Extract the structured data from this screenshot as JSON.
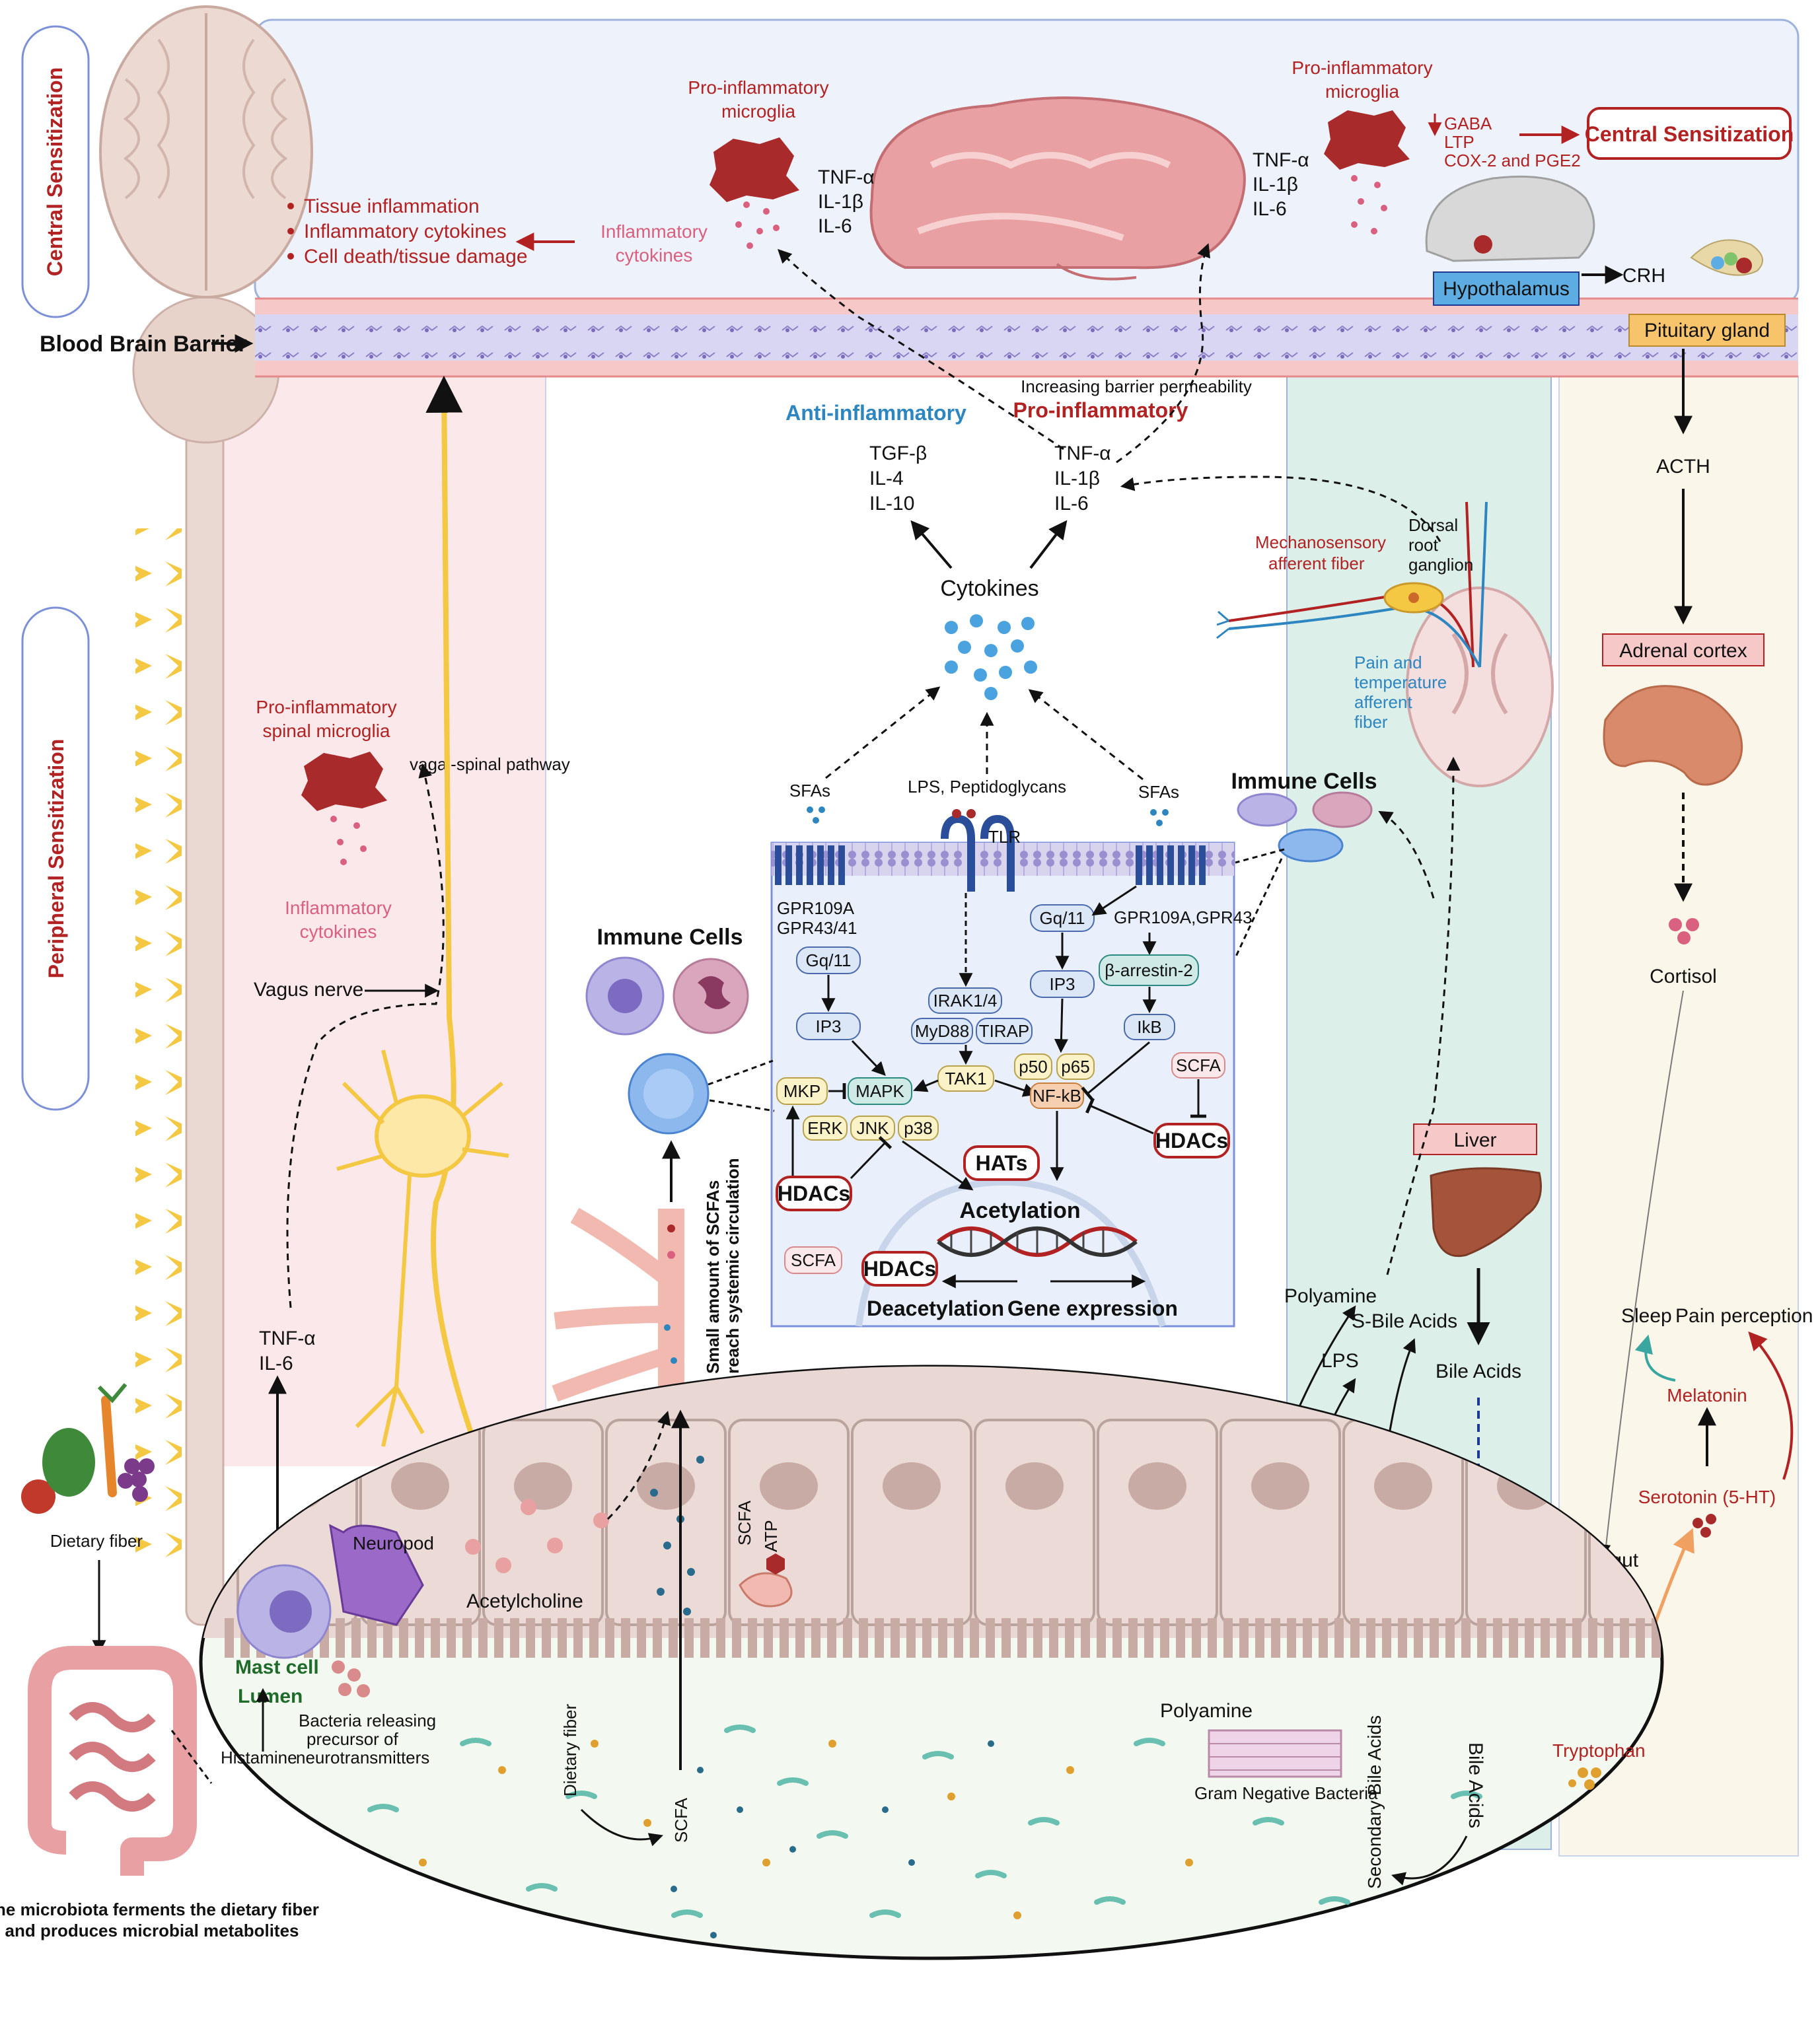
{
  "colors": {
    "red": "#b22222",
    "blue": "#2e86c1",
    "central_bg": "#eef2fb",
    "peripheral_bg": "#fbe8ea",
    "green_bg": "#dcefe9",
    "cream_bg": "#fbf6ea",
    "hypothalamus": "#5dade2",
    "pituitary": "#f7c46c"
  },
  "side": {
    "central": "Central Sensitization",
    "peripheral": "Peripheral  Sensitization"
  },
  "bbb": "Blood Brain Barrier",
  "brain_top": {
    "micro_left": [
      "Pro-inflammatory",
      "microglia"
    ],
    "cytokines_left": [
      "TNF-α",
      "IL-1β",
      "IL-6"
    ],
    "inflam_cyt": [
      "Inflammatory",
      "cytokines"
    ],
    "effects": [
      "Tissue inflammation",
      "Inflammatory cytokines",
      "Cell death/tissue damage"
    ],
    "micro_right": [
      "Pro-inflammatory",
      "microglia"
    ],
    "cytokines_right": [
      "TNF-α",
      "IL-1β",
      "IL-6"
    ],
    "gaba": "GABA",
    "ltp": "LTP",
    "cox": "COX-2 and PGE2",
    "central_sens": "Central Sensitization",
    "hypothalamus": "Hypothalamus",
    "crh": "CRH",
    "pituitary": "Pituitary gland"
  },
  "hpa": {
    "acth": "ACTH",
    "adrenal": "Adrenal cortex",
    "cortisol": "Cortisol"
  },
  "cytokine_panel": {
    "barrier": "Increasing barrier permeability",
    "anti": "Anti-inflammatory",
    "pro": "Pro-inflammatory",
    "anti_list": [
      "TGF-β",
      "IL-4",
      "IL-10"
    ],
    "pro_list": [
      "TNF-α",
      "IL-1β",
      "IL-6"
    ],
    "cytokines": "Cytokines"
  },
  "drg": {
    "mechano": [
      "Mechanosensory",
      "afferent fiber"
    ],
    "dorsal": [
      "Dorsal",
      "root",
      "ganglion"
    ],
    "pain": [
      "Pain and",
      "temperature",
      "afferent",
      "fiber"
    ]
  },
  "spinal": {
    "micro": [
      "Pro-inflammatory",
      "spinal microglia"
    ],
    "vagal": "vagal-spinal pathway",
    "inflam": [
      "Inflammatory",
      "cytokines"
    ],
    "vagus": "Vagus nerve",
    "cytokines": [
      "TNF-α",
      "IL-6"
    ]
  },
  "cell": {
    "sfas_left": "SFAs",
    "lps": "LPS, Peptidoglycans",
    "sfas_right": "SFAs",
    "tlr": "TLR",
    "gpr_left": [
      "GPR109A",
      "GPR43/41"
    ],
    "gq_left": "Gq/11",
    "ip3_left": "IP3",
    "mapk": "MAPK",
    "mkp": "MKP",
    "erk": "ERK",
    "jnk": "JNK",
    "p38": "p38",
    "irak": "IRAK1/4",
    "myd88": "MyD88",
    "tirap": "TIRAP",
    "tak1": "TAK1",
    "p50": "p50",
    "p65": "p65",
    "nfkb": "NF-kB",
    "gq_right": "Gq/11",
    "gpr_right": "GPR109A,GPR43",
    "ip3_right": "IP3",
    "barrestin": "β-arrestin-2",
    "ikb": "IkB",
    "scfa_right": "SCFA",
    "hdacs_right": "HDACs",
    "hdacs_left": "HDACs",
    "hats": "HATs",
    "acetylation": "Acetylation",
    "scfa_left": "SCFA",
    "hdacs_bottom": "HDACs",
    "deacetylation": "Deacetylation",
    "gene_expr": "Gene expression"
  },
  "immune": {
    "left": "Immune Cells",
    "right": "Immune Cells"
  },
  "vessel": [
    "Small amount of SCFAs",
    "reach systemic circulation"
  ],
  "liver": {
    "title": "Liver",
    "bile": "Bile Acids"
  },
  "metabolites": {
    "polyamine": "Polyamine",
    "s_bile": "S-Bile Acids",
    "lps": "LPS"
  },
  "tryptophan_path": {
    "sleep": "Sleep",
    "pain": "Pain perception",
    "melatonin": "Melatonin",
    "serotonin": "Serotonin (5-HT)",
    "leaky": "Leaky gut",
    "tryptophan": "Tryptophan"
  },
  "gut": {
    "neuropod": "Neuropod",
    "acetylcholine": "Acetylcholine",
    "scfa_up": "SCFA",
    "atp": "ATP",
    "mast": "Mast cell",
    "lumen": "Lumen",
    "bacteria": [
      "Bacteria releasing",
      "precursor of",
      "neurotransmitters"
    ],
    "histamine": "Histamine",
    "dietary_fiber": "Dietary fiber",
    "scfa_lumen": "SCFA",
    "polyamine": "Polyamine",
    "gram_neg": "Gram Negative Bacteria",
    "secondary_bile": "Secondary Bile Acids",
    "bile_acids": "Bile Acids"
  },
  "left_panel": {
    "dietary_fiber": "Dietary fiber",
    "caption": [
      "The microbiota ferments the dietary fiber",
      "and produces microbial metabolites"
    ]
  }
}
